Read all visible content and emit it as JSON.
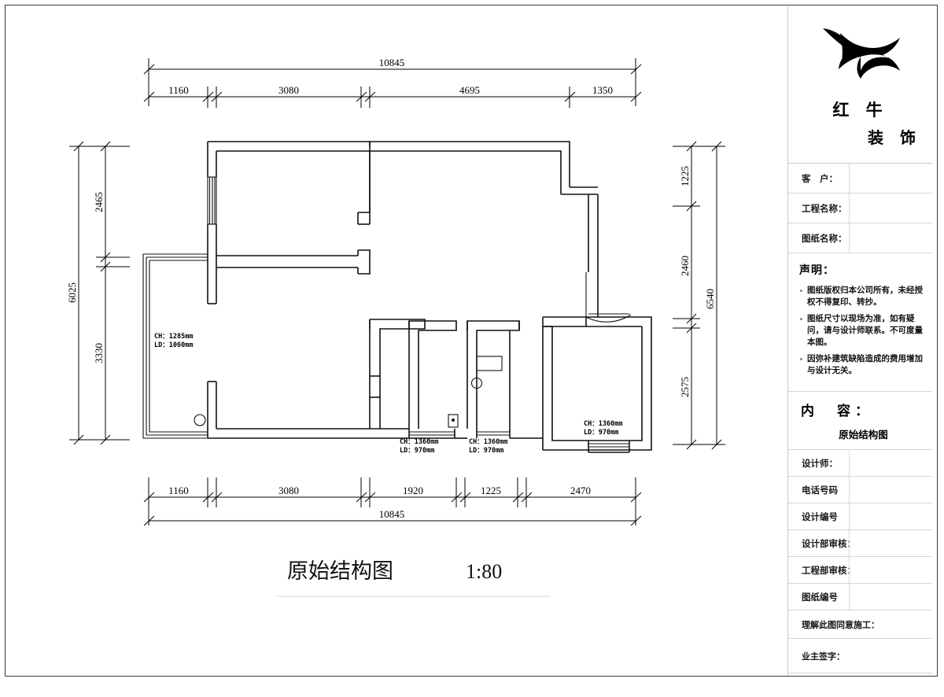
{
  "sheet": {
    "title": "原始结构图",
    "scale": "1:80"
  },
  "logo": {
    "brand_line1": "红 牛",
    "brand_line2": "装 饰",
    "mark": "bull-mark-icon"
  },
  "title_block": {
    "fields_top": [
      {
        "label": "客　户："
      },
      {
        "label": "工程名称："
      },
      {
        "label": "图纸名称："
      }
    ],
    "declaration": {
      "heading": "声明：",
      "items": [
        "图纸版权归本公司所有，未经授权不得复印、转抄。",
        "图纸尺寸以现场为准，如有疑问，请与设计师联系。不可度量本图。",
        "因弥补建筑缺陷造成的费用增加与设计无关。"
      ]
    },
    "content": {
      "heading": "内　容：",
      "value": "原始结构图"
    },
    "fields_bottom": [
      {
        "label": "设计师："
      },
      {
        "label": "电话号码"
      },
      {
        "label": "设计编号"
      },
      {
        "label": "设计部审核："
      },
      {
        "label": "工程部审核："
      },
      {
        "label": "图纸编号"
      }
    ],
    "signatures": [
      {
        "label": "理解此图同意施工："
      },
      {
        "label": "业主签字："
      }
    ]
  },
  "dimensions": {
    "top_overall": "10845",
    "top_segments": [
      "1160",
      "3080",
      "4695",
      "1350"
    ],
    "bottom_overall": "10845",
    "bottom_segments": [
      "1160",
      "3080",
      "1920",
      "1225",
      "2470"
    ],
    "left_overall": "6025",
    "left_segments": [
      "2465",
      "3330"
    ],
    "right_overall": "6540",
    "right_segments": [
      "1225",
      "2460",
      "2575"
    ]
  },
  "annotations": [
    {
      "id": "balcony",
      "ch": "CH：1285mm",
      "ld": "LD：1060mm"
    },
    {
      "id": "bath-left",
      "ch": "CH：1360mm",
      "ld": "LD：970mm"
    },
    {
      "id": "bath-right",
      "ch": "CH：1360mm",
      "ld": "LD：970mm"
    },
    {
      "id": "bedroom",
      "ch": "CH：1360mm",
      "ld": "LD：970mm"
    }
  ],
  "colors": {
    "line": "#111111",
    "frame": "#3a3a3e",
    "grid": "#d5d5da"
  }
}
